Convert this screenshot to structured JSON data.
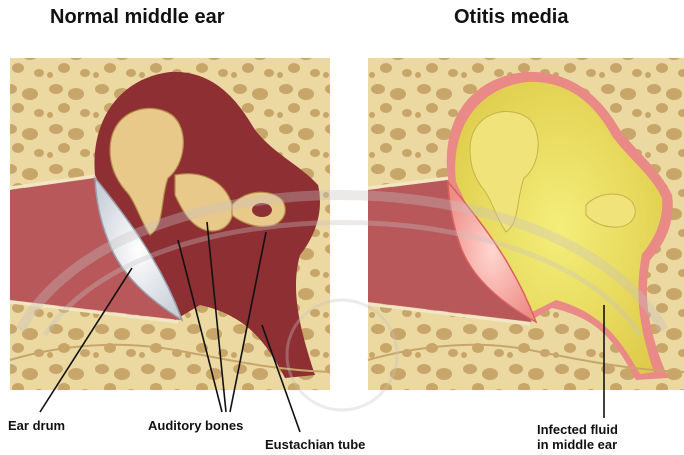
{
  "titles": {
    "left": "Normal middle ear",
    "right": "Otitis media"
  },
  "labels": {
    "ear_drum": "Ear drum",
    "auditory_bones": "Auditory bones",
    "eustachian_tube": "Eustachian tube",
    "infected_fluid_line1": "Infected fluid",
    "infected_fluid_line2": "in middle ear"
  },
  "colors": {
    "bone_bg": "#ecd9a2",
    "bone_hole": "#c8a66a",
    "canal_red": "#b8585a",
    "cavity_dark": "#8e2f33",
    "ossicle": "#e9c98a",
    "eardrum_white": "#dfe2e8",
    "infected_yellow": "#e8de55",
    "infected_edge": "#e98a86",
    "watermark": "#c9c2c2"
  }
}
